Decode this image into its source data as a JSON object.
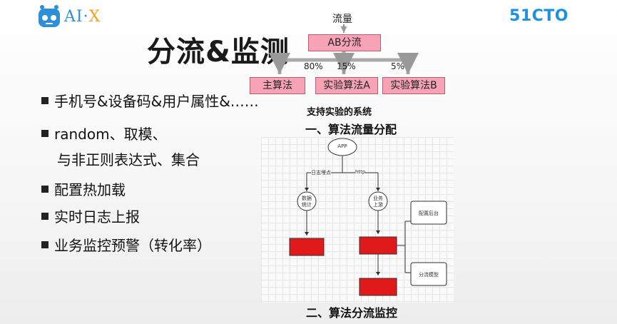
{
  "logo": {
    "text_main": "AI·",
    "text_x": "X"
  },
  "brand": "51CTO",
  "title": "分流&监测",
  "bullets": [
    "手机号&设备码&用户属性&……",
    "random、取模、",
    "与非正则表达式、集合",
    "配置热加载",
    "实时日志上报",
    "业务监控预警（转化率）"
  ],
  "ab_diagram": {
    "top_label": "流量",
    "root": "AB分流",
    "percentages": [
      "80%",
      "15%",
      "5%"
    ],
    "branches": [
      "主算法",
      "实验算法A",
      "实验算法B"
    ],
    "caption": "支持实验的系统"
  },
  "caption1": "一、算法流量分配",
  "flow": {
    "app": "APP",
    "edge_left": "日志埋点",
    "edge_right": "http",
    "stats": "数据统计",
    "business": "业务上游",
    "config": "配置后台",
    "model": "分流模型"
  },
  "caption2": "二、算法分流监控",
  "colors": {
    "accent": "#f6a3b6",
    "red_box": "#e01a1a",
    "brand_blue": "#1e90e0"
  }
}
